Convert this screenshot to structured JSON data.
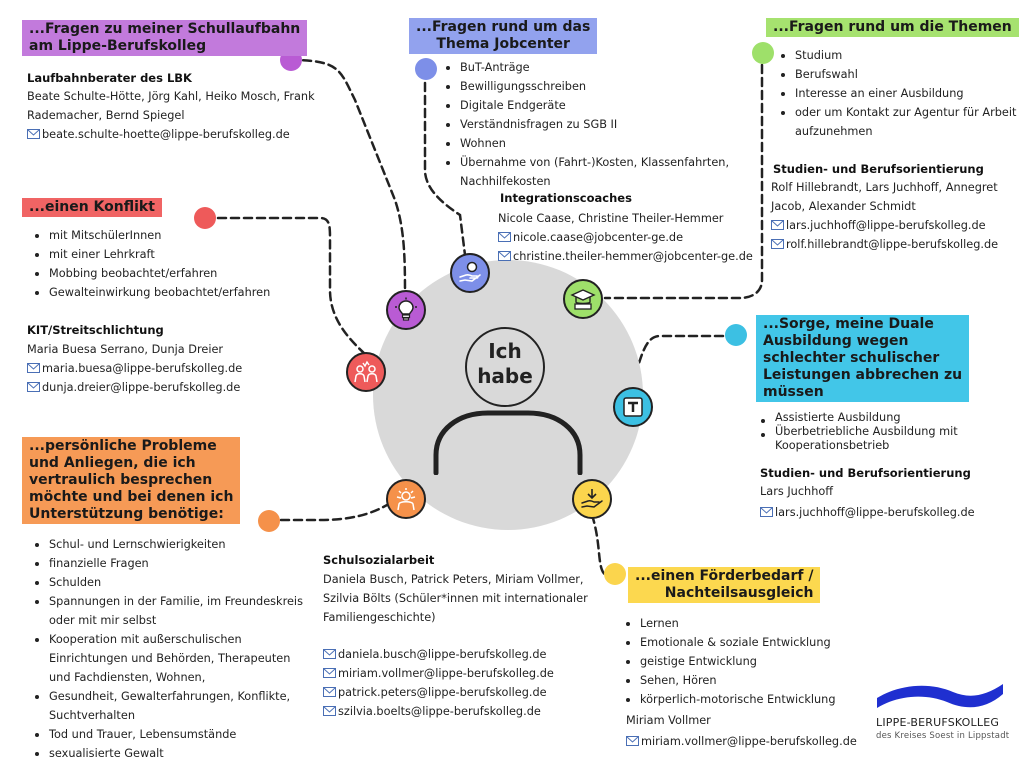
{
  "center": {
    "line1": "Ich",
    "line2": "habe"
  },
  "schullaufbahn": {
    "heading": [
      "...Fragen zu meiner Schullaufbahn",
      "am Lippe-Berufskolleg"
    ],
    "title": "Laufbahnberater des LBK",
    "names": [
      "Beate Schulte-Hötte, Jörg Kahl, Heiko Mosch, Frank",
      "Rademacher, Bernd Spiegel"
    ],
    "emails": [
      "beate.schulte-hoette@lippe-berufskolleg.de"
    ],
    "color": "#b95bd4",
    "icon": "lightbulb-icon"
  },
  "jobcenter": {
    "heading": [
      "...Fragen rund um das",
      "Thema Jobcenter"
    ],
    "items": [
      "BuT-Anträge",
      "Bewilligungsschreiben",
      "Digitale Endgeräte",
      "Verständnisfragen zu SGB II",
      "Wohnen",
      "Übernahme von (Fahrt-)Kosten, Klassenfahrten,|Nachhilfekosten"
    ],
    "title": "Integrationscoaches",
    "names": [
      "Nicole Caase, Christine Theiler-Hemmer"
    ],
    "emails": [
      "nicole.caase@jobcenter-ge.de",
      "christine.theiler-hemmer@jobcenter-ge.de"
    ],
    "color": "#7d8fe8",
    "icon": "hand-coin-icon"
  },
  "themen": {
    "heading": [
      "...Fragen rund um die Themen"
    ],
    "items": [
      "Studium",
      "Berufswahl",
      "Interesse an einer Ausbildung",
      "oder um Kontakt zur Agentur für Arbeit|aufzunehmen"
    ],
    "title": "Studien- und Berufsorientierung",
    "names": [
      "Rolf Hillebrandt, Lars Juchhoff, Annegret",
      "Jacob, Alexander Schmidt"
    ],
    "emails": [
      "lars.juchhoff@lippe-berufskolleg.de",
      "rolf.hillebrandt@lippe-berufskolleg.de"
    ],
    "color": "#9ee06a",
    "icon": "graduation-cap-icon"
  },
  "konflikt": {
    "heading": [
      "...einen Konflikt"
    ],
    "items": [
      "mit MitschülerInnen",
      "mit einer Lehrkraft",
      "Mobbing beobachtet/erfahren",
      "Gewalteinwirkung  beobachtet/erfahren"
    ],
    "title": "KIT/Streitschlichtung",
    "names": [
      "Maria Buesa Serrano, Dunja Dreier"
    ],
    "emails": [
      "maria.buesa@lippe-berufskolleg.de",
      "dunja.dreier@lippe-berufskolleg.de"
    ],
    "color": "#ee5a5a",
    "icon": "conflict-people-icon"
  },
  "duale": {
    "heading": [
      "...Sorge, meine Duale",
      "Ausbildung wegen",
      "schlechter schulischer",
      "Leistungen abbrechen zu",
      "müssen"
    ],
    "items": [
      "Assistierte Ausbildung",
      "Überbetriebliche Ausbildung mit|Kooperationsbetrieb"
    ],
    "title": "Studien- und Berufsorientierung",
    "names": [
      "Lars Juchhoff"
    ],
    "emails": [
      "lars.juchhoff@lippe-berufskolleg.de"
    ],
    "color": "#3cc0e3",
    "icon": "book-icon"
  },
  "probleme": {
    "heading": [
      "...persönliche Probleme",
      "und Anliegen, die ich",
      "vertraulich besprechen",
      "möchte und bei denen ich",
      "Unterstützung benötige:"
    ],
    "items": [
      "Schul- und Lernschwierigkeiten",
      "finanzielle Fragen",
      "Schulden",
      "Spannungen in der Familie, im Freundeskreis|oder mit mir selbst",
      "Kooperation mit außerschulischen|Einrichtungen und Behörden, Therapeuten|und Fachdiensten, Wohnen,",
      "Gesundheit, Gewalterfahrungen, Konflikte,|Suchtverhalten",
      "Tod und Trauer, Lebensumstände",
      "sexualisierte Gewalt"
    ],
    "color": "#f5914a",
    "icon": "stressed-person-icon"
  },
  "schulsozial": {
    "title": "Schulsozialarbeit",
    "names": [
      "Daniela Busch, Patrick Peters, Miriam Vollmer,",
      "Szilvia Bölts (Schüler*innen mit internationaler",
      "Familiengeschichte)"
    ],
    "emails": [
      "daniela.busch@lippe-berufskolleg.de",
      "miriam.vollmer@lippe-berufskolleg.de",
      "patrick.peters@lippe-berufskolleg.de",
      "szilvia.boelts@lippe-berufskolleg.de"
    ]
  },
  "foerder": {
    "heading": [
      "...einen Förderbedarf /",
      "Nachteilsausgleich"
    ],
    "items": [
      "Lernen",
      "Emotionale & soziale Entwicklung",
      "geistige Entwicklung",
      "Sehen, Hören",
      "körperlich-motorische Entwicklung"
    ],
    "names": [
      "Miriam Vollmer"
    ],
    "emails": [
      "miriam.vollmer@lippe-berufskolleg.de"
    ],
    "color": "#fbd54d",
    "icon": "hand-arrow-icon"
  },
  "logo": {
    "name": "LIPPE-BERUFSKOLLEG",
    "sub": "des Kreises Soest in Lippstadt",
    "color": "#1f2fd0"
  }
}
